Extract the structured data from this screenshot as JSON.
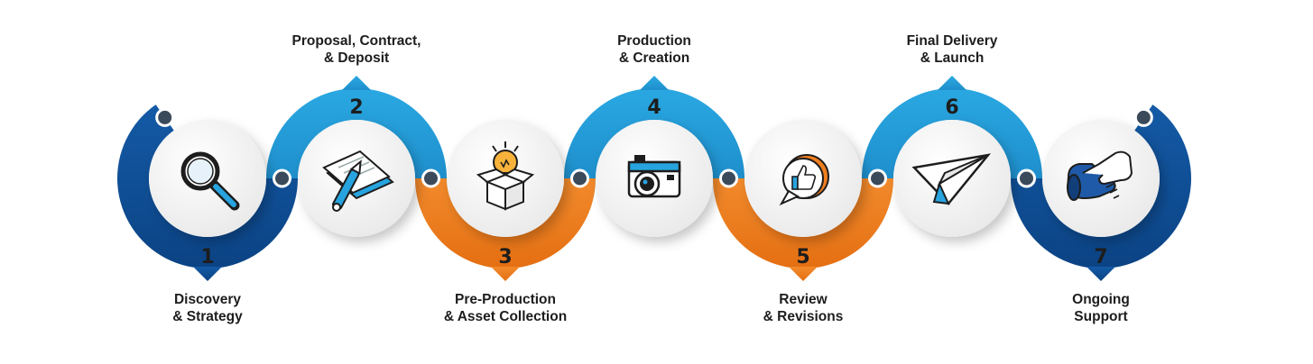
{
  "steps": [
    {
      "number": "1",
      "line1": "Discovery",
      "line2": "& Strategy",
      "icon": "magnifier-icon",
      "position": "bottom",
      "color": "#0f4f97"
    },
    {
      "number": "2",
      "line1": "Proposal, Contract,",
      "line2": "& Deposit",
      "icon": "document-pen-icon",
      "position": "top",
      "color": "#27a4df"
    },
    {
      "number": "3",
      "line1": "Pre-Production",
      "line2": "& Asset Collection",
      "icon": "lightbulb-box-icon",
      "position": "bottom",
      "color": "#f07f1e"
    },
    {
      "number": "4",
      "line1": "Production",
      "line2": "& Creation",
      "icon": "camera-icon",
      "position": "top",
      "color": "#27a4df"
    },
    {
      "number": "5",
      "line1": "Review",
      "line2": "& Revisions",
      "icon": "thumbs-up-bubble-icon",
      "position": "bottom",
      "color": "#f07f1e"
    },
    {
      "number": "6",
      "line1": "Final Delivery",
      "line2": "& Launch",
      "icon": "paper-plane-icon",
      "position": "top",
      "color": "#27a4df"
    },
    {
      "number": "7",
      "line1": "Ongoing",
      "line2": "Support",
      "icon": "handshake-icon",
      "position": "bottom",
      "color": "#0f4f97"
    }
  ],
  "colors": {
    "dark_blue": "#0f4f97",
    "light_blue": "#27a4df",
    "orange": "#f07f1e",
    "connector": "#3b4a5a",
    "circle": "#f4f4f4"
  }
}
